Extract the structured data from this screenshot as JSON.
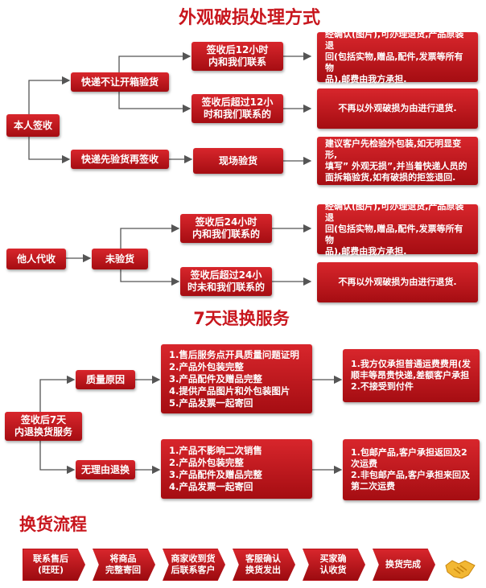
{
  "titles": {
    "main": "外观破损处理方式",
    "seven_day": "7天退换服务",
    "exchange": "换货流程"
  },
  "self_sign": {
    "root": "本人签收",
    "no_inspect": "快递不让开箱验货",
    "inspect_first": "快递先验货再签收",
    "within12": "签收后12小时\n内和我们联系",
    "over12": "签收后超过12小\n时和我们联系的",
    "onsite": "现场验货",
    "result_within12": "经确认(图片),可办理退货,产品原装退\n回(包括实物,赠品,配件,发票等所有物\n品),邮费由我方承担.",
    "result_over12": "不再以外观破损为由进行退货.",
    "result_onsite": "建议客户先检验外包装,如无明显变形,\n填写” 外观无损”,并当着快递人员的\n面拆箱验货,如有破损的拒签退回."
  },
  "proxy_sign": {
    "root": "他人代收",
    "not_inspected": "未验货",
    "within24": "签收后24小时\n内和我们联系的",
    "over24": "签收后超过24小\n时未和我们联系的",
    "result_within24": "经确认(图片),可办理退货,产品原装退\n回(包括实物,赠品,配件,发票等所有物\n品),邮费由我方承担.",
    "result_over24": "不再以外观破损为由进行退货."
  },
  "seven_day": {
    "root": "签收后7天\n内退换货服务",
    "quality": "质量原因",
    "no_reason": "无理由退换",
    "quality_conditions": "1.售后服务点开具质量问题证明\n2.产品外包装完整\n3.产品配件及赠品完整\n4.提供产品图片和外包装图片\n5.产品发票一起寄回",
    "no_reason_conditions": "1.产品不影响二次销售\n2.产品外包装完整\n3.产品配件及赠品完整\n4.产品发票一起寄回",
    "quality_result": "1.我方仅承担普通运费费用(发\n顺丰等昂贵快递,差额客户承担\n2.不接受到付件",
    "no_reason_result": "1.包邮产品,客户承担返回及2\n次运费\n2.非包邮产品,客户承担来回及\n第二次运费"
  },
  "exchange_steps": [
    "联系售后\n(旺旺)",
    "将商品\n完整寄回",
    "商家收到货\n后联系客户",
    "客服确认\n换货发出",
    "买家确\n认收货",
    "换货完成"
  ],
  "icons": {
    "handshake": "handshake-icon"
  },
  "colors": {
    "accent": "#c8161d",
    "line": "#555555"
  }
}
